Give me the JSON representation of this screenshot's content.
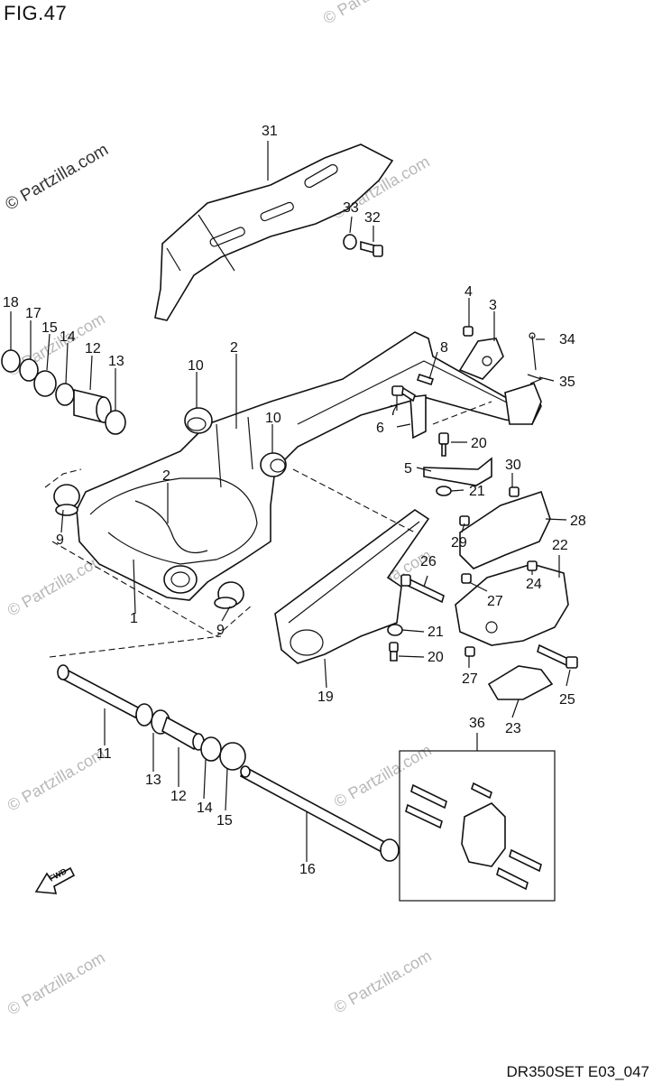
{
  "figure_title": "FIG.47",
  "drawing_code": "DR350SET E03_047",
  "watermark_main": "© Partzilla.com",
  "watermark": "© Partzilla.com",
  "fwd_label": "FWD",
  "callouts": {
    "p1": "1",
    "p2a": "2",
    "p2b": "2",
    "p3": "3",
    "p4": "4",
    "p5": "5",
    "p6": "6",
    "p7": "7",
    "p8": "8",
    "p9a": "9",
    "p9b": "9",
    "p10a": "10",
    "p10b": "10",
    "p11": "11",
    "p12a": "12",
    "p12b": "12",
    "p13a": "13",
    "p13b": "13",
    "p14a": "14",
    "p14b": "14",
    "p15a": "15",
    "p15b": "15",
    "p16": "16",
    "p17": "17",
    "p18": "18",
    "p19": "19",
    "p20a": "20",
    "p20b": "20",
    "p21a": "21",
    "p21b": "21",
    "p22": "22",
    "p23": "23",
    "p24": "24",
    "p25": "25",
    "p26": "26",
    "p27a": "27",
    "p27b": "27",
    "p28": "28",
    "p29": "29",
    "p30": "30",
    "p31": "31",
    "p32": "32",
    "p33": "33",
    "p34": "34",
    "p35": "35",
    "p36": "36"
  }
}
